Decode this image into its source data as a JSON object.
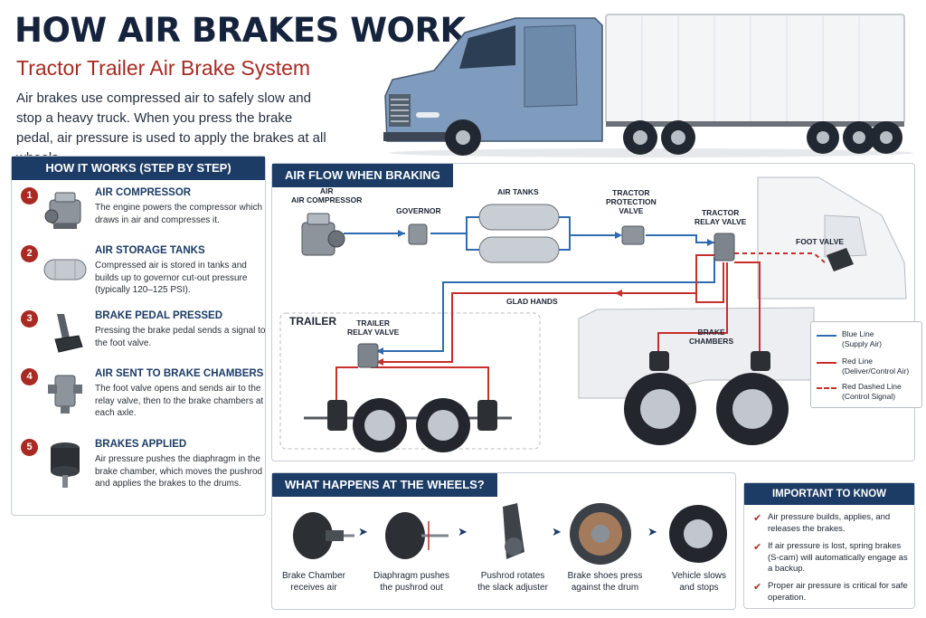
{
  "header": {
    "title": "HOW AIR BRAKES WORK",
    "subtitle": "Tractor Trailer Air Brake System",
    "intro": "Air brakes use compressed air to safely slow and stop a heavy truck. When you press the brake pedal, air pressure is used to apply the brakes at all wheels."
  },
  "steps_panel": {
    "title": "HOW IT WORKS (STEP BY STEP)",
    "steps": [
      {
        "num": "1",
        "title": "AIR COMPRESSOR",
        "desc": "The engine powers the compressor which draws in air and compresses it."
      },
      {
        "num": "2",
        "title": "AIR STORAGE TANKS",
        "desc": "Compressed air is stored in tanks and builds up to governor cut-out pressure (typically 120–125 PSI)."
      },
      {
        "num": "3",
        "title": "BRAKE PEDAL PRESSED",
        "desc": "Pressing the brake pedal sends a signal to the foot valve."
      },
      {
        "num": "4",
        "title": "AIR SENT TO BRAKE CHAMBERS",
        "desc": "The foot valve opens and sends air to the relay valve, then to the brake chambers at each axle."
      },
      {
        "num": "5",
        "title": "BRAKES APPLIED",
        "desc": "Air pressure pushes the diaphragm in the brake chamber, which moves the pushrod and applies the brakes to the drums."
      }
    ]
  },
  "flow_panel": {
    "title": "AIR FLOW WHEN BRAKING",
    "labels": {
      "compressor": "AIR\nAIR COMPRESSOR",
      "governor": "GOVERNOR",
      "tanks": "AIR TANKS",
      "tpv": "TRACTOR\nPROTECTION\nVALVE",
      "relay": "TRACTOR\nRELAY VALVE",
      "foot": "FOOT VALVE",
      "glad": "GLAD HANDS",
      "trailer": "TRAILER",
      "trailer_relay": "TRAILER\nRELAY VALVE",
      "chambers": "BRAKE\nCHAMBERS"
    },
    "colors": {
      "supply": "#2f6bb0",
      "deliver": "#c62f2a"
    },
    "legend": [
      {
        "type": "solid",
        "color": "#2f6bb0",
        "text": "Blue Line\n(Supply Air)"
      },
      {
        "type": "solid",
        "color": "#c62f2a",
        "text": "Red Line\n(Deliver/Control Air)"
      },
      {
        "type": "dashed",
        "color": "#c62f2a",
        "text": "Red Dashed Line\n(Control Signal)"
      }
    ]
  },
  "wheels_panel": {
    "title": "WHAT HAPPENS AT THE WHEELS?",
    "items": [
      {
        "icon": "brake-chamber-icon",
        "caption": "Brake Chamber\nreceives air"
      },
      {
        "icon": "diaphragm-icon",
        "caption": "Diaphragm pushes\nthe pushrod out"
      },
      {
        "icon": "slack-adjuster-icon",
        "caption": "Pushrod rotates\nthe slack adjuster"
      },
      {
        "icon": "brake-drum-icon",
        "caption": "Brake shoes press\nagainst the drum"
      },
      {
        "icon": "tire-icon",
        "caption": "Vehicle slows\nand stops"
      }
    ]
  },
  "important": {
    "title": "IMPORTANT TO KNOW",
    "items": [
      "Air pressure builds, applies, and releases the brakes.",
      "If air pressure is lost, spring brakes (S-cam) will automatically engage as a backup.",
      "Proper air pressure is critical for safe operation."
    ]
  }
}
